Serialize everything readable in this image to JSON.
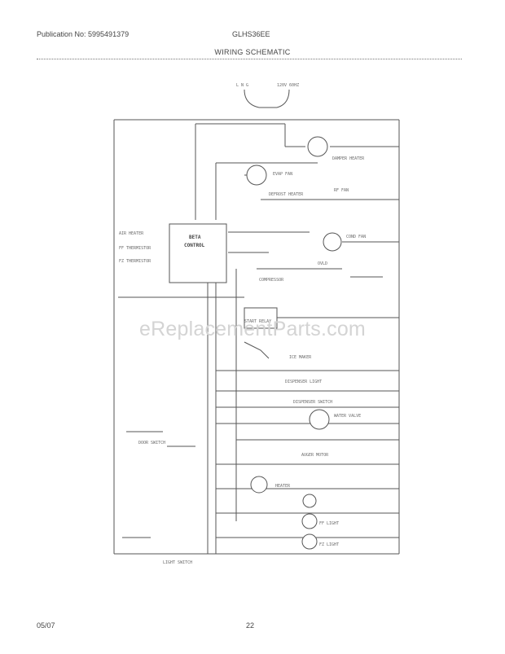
{
  "header": {
    "publication": "Publication No: 5995491379",
    "model": "GLHS36EE",
    "title": "WIRING SCHEMATIC"
  },
  "footer": {
    "date": "05/07",
    "page": "22"
  },
  "watermark": "eReplacementParts.com",
  "diagram": {
    "labels": {
      "power": "L N G",
      "power_note": "120V 60HZ",
      "damper": "DAMPER HEATER",
      "evap_fan": "EVAP FAN",
      "defrost_heater": "DEFROST HEATER",
      "rf_fan": "RF FAN",
      "cond_fan": "COND FAN",
      "compressor": "COMPRESSOR",
      "ovld": "OVLD",
      "air_heater": "AIR HEATER",
      "ff_thermistor": "FF THERMISTOR",
      "fz_thermistor": "FZ THERMISTOR",
      "control_1": "BETA",
      "control_2": "CONTROL",
      "start_relay": "START RELAY",
      "ice_maker": "ICE MAKER",
      "dispenser_light": "DISPENSER LIGHT",
      "dispenser_switch": "DISPENSER SWITCH",
      "water_valve": "WATER VALVE",
      "door_switch": "DOOR SWITCH",
      "auger_motor": "AUGER MOTOR",
      "heater": "HEATER",
      "ff_light": "FF LIGHT",
      "fz_light": "FZ LIGHT",
      "light_switch": "LIGHT SWITCH"
    }
  }
}
